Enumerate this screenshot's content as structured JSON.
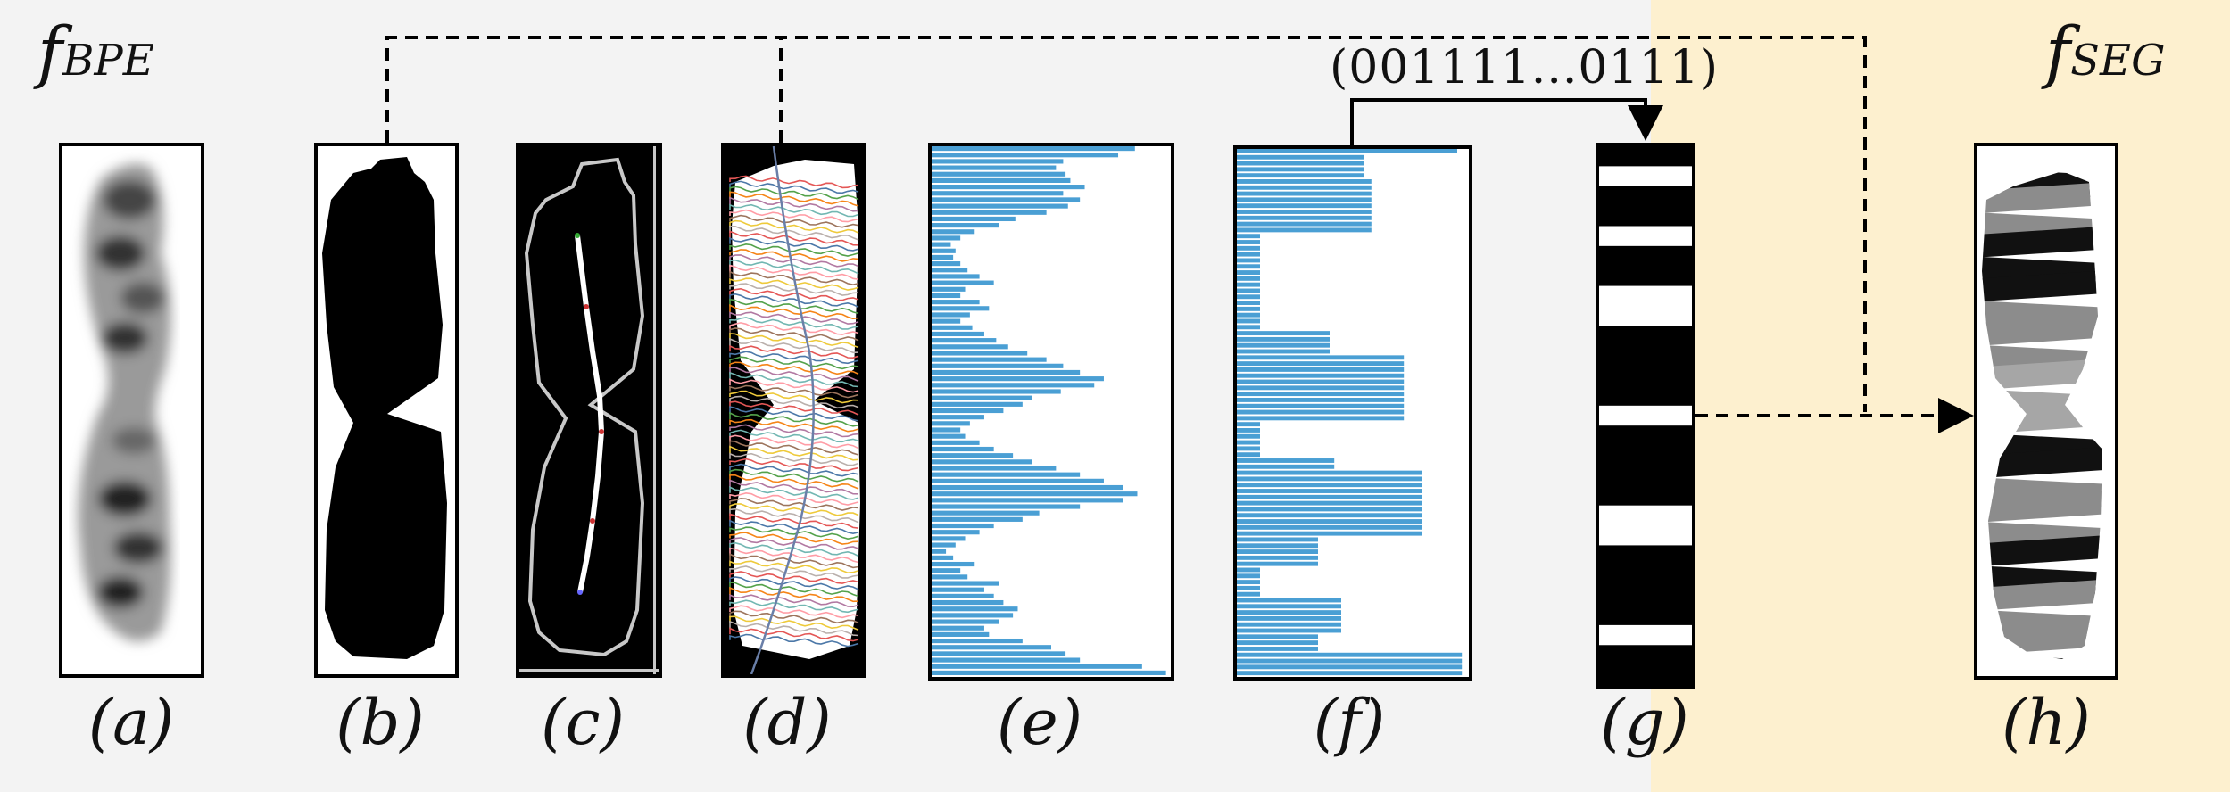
{
  "labels": {
    "f_bpe_main": "f",
    "f_bpe_sub": "BPE",
    "f_seg_main": "f",
    "f_seg_sub": "SEG",
    "binary_code": "(001111...0111)"
  },
  "captions": {
    "a": "(a)",
    "b": "(b)",
    "c": "(c)",
    "d": "(d)",
    "e": "(e)",
    "f": "(f)",
    "g": "(g)",
    "h": "(h)"
  },
  "colors": {
    "left_background": "#f3f3f3",
    "right_background": "#fdf0cf",
    "profile_bar": "#4a9fd4",
    "band_gray": "#8c8c8c",
    "band_black": "#111111",
    "contour": "#c8c8c8"
  },
  "profiles": {
    "e_raw": [
      0.85,
      0.78,
      0.55,
      0.52,
      0.56,
      0.58,
      0.64,
      0.55,
      0.62,
      0.57,
      0.48,
      0.35,
      0.28,
      0.18,
      0.12,
      0.08,
      0.1,
      0.09,
      0.12,
      0.15,
      0.2,
      0.26,
      0.14,
      0.12,
      0.2,
      0.24,
      0.16,
      0.12,
      0.17,
      0.22,
      0.27,
      0.32,
      0.4,
      0.48,
      0.55,
      0.62,
      0.72,
      0.68,
      0.54,
      0.42,
      0.38,
      0.3,
      0.22,
      0.16,
      0.12,
      0.14,
      0.2,
      0.26,
      0.34,
      0.42,
      0.52,
      0.62,
      0.72,
      0.8,
      0.86,
      0.8,
      0.62,
      0.45,
      0.38,
      0.26,
      0.2,
      0.14,
      0.1,
      0.06,
      0.09,
      0.18,
      0.12,
      0.15,
      0.28,
      0.22,
      0.26,
      0.3,
      0.36,
      0.34,
      0.28,
      0.22,
      0.24,
      0.38,
      0.5,
      0.56,
      0.62,
      0.88,
      0.98
    ],
    "f_norm": [
      0.95,
      0.55,
      0.55,
      0.55,
      0.55,
      0.58,
      0.58,
      0.58,
      0.58,
      0.58,
      0.58,
      0.58,
      0.58,
      0.58,
      0.1,
      0.1,
      0.1,
      0.1,
      0.1,
      0.1,
      0.1,
      0.1,
      0.1,
      0.1,
      0.1,
      0.1,
      0.1,
      0.1,
      0.1,
      0.1,
      0.4,
      0.4,
      0.4,
      0.4,
      0.72,
      0.72,
      0.72,
      0.72,
      0.72,
      0.72,
      0.72,
      0.72,
      0.72,
      0.72,
      0.72,
      0.1,
      0.1,
      0.1,
      0.1,
      0.1,
      0.1,
      0.42,
      0.42,
      0.8,
      0.8,
      0.8,
      0.8,
      0.8,
      0.8,
      0.8,
      0.8,
      0.8,
      0.8,
      0.8,
      0.35,
      0.35,
      0.35,
      0.35,
      0.35,
      0.1,
      0.1,
      0.1,
      0.1,
      0.1,
      0.45,
      0.45,
      0.45,
      0.45,
      0.45,
      0.45,
      0.35,
      0.35,
      0.35,
      0.97,
      0.97,
      0.97,
      0.97
    ]
  },
  "barcode": "101101100111101111001111011",
  "ideogram_bands": [
    "B",
    "B",
    "G",
    "G",
    "B",
    "B",
    "B",
    "G",
    "G",
    "G",
    "L",
    "L",
    "L",
    "B",
    "B",
    "G",
    "G",
    "G",
    "B",
    "B",
    "G",
    "G",
    "G",
    "B"
  ]
}
